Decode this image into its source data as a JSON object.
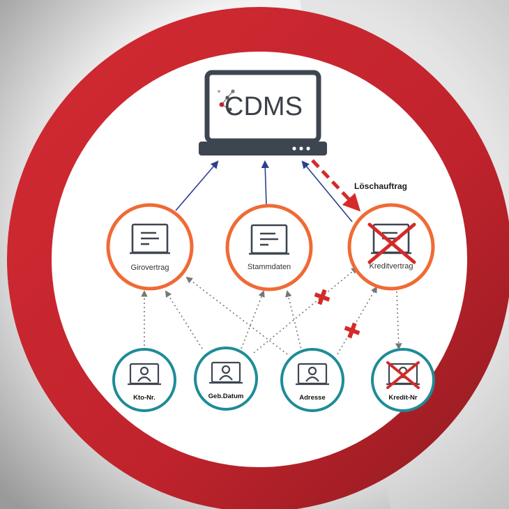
{
  "system": {
    "name": "CDMS"
  },
  "action": {
    "label": "Löschauftrag"
  },
  "documents": [
    {
      "label": "Girovertrag",
      "deleted": false
    },
    {
      "label": "Stammdaten",
      "deleted": false
    },
    {
      "label": "Kreditvertrag",
      "deleted": true
    }
  ],
  "data_fields": [
    {
      "label": "Kto-Nr.",
      "deleted": false
    },
    {
      "label": "Geb.Datum",
      "deleted": false
    },
    {
      "label": "Adresse",
      "deleted": false
    },
    {
      "label": "Kredit-Nr",
      "deleted": true
    }
  ],
  "colors": {
    "ring": "#c0232c",
    "ring_dark": "#8e1a20",
    "document_circle": "#f06a35",
    "field_circle": "#1e8c97",
    "arrow": "#2b3f8f",
    "delete": "#d42a2a",
    "icon": "#3d4650"
  }
}
